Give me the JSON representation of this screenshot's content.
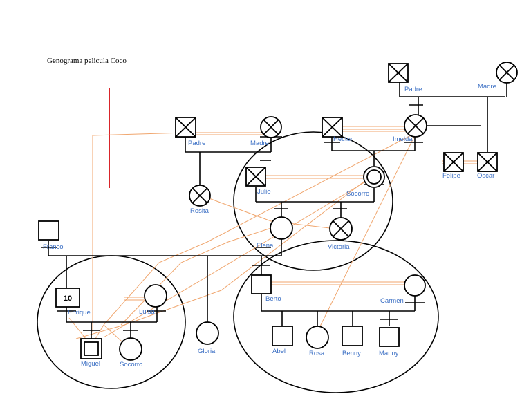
{
  "title": "Genograma pelicula Coco",
  "colors": {
    "line": "#000000",
    "relation": "#f0a66e",
    "marker": "#d9252a",
    "label": "#3b6fc4"
  },
  "people": {
    "padre_imelda": "Padre",
    "madre_imelda": "Madre",
    "padre_hector": "Padre",
    "madre_hector": "Madre",
    "hector": "Hector",
    "imelda": "Imelda",
    "felipe": "Felipe",
    "oscar": "Oscar",
    "julio": "Julio",
    "socorro_elder": "Socorro",
    "rosita": "Rosita",
    "franco": "Franco",
    "elena": "Elena",
    "victoria": "Victoria",
    "enrique": "Enrique",
    "luisa": "Luisa",
    "gloria": "Gloria",
    "berto": "Berto",
    "carmen": "Carmen",
    "miguel": "Miguel",
    "socorro_young": "Socorro",
    "abel": "Abel",
    "rosa": "Rosa",
    "benny": "Benny",
    "manny": "Manny"
  },
  "enrique_age": "10"
}
